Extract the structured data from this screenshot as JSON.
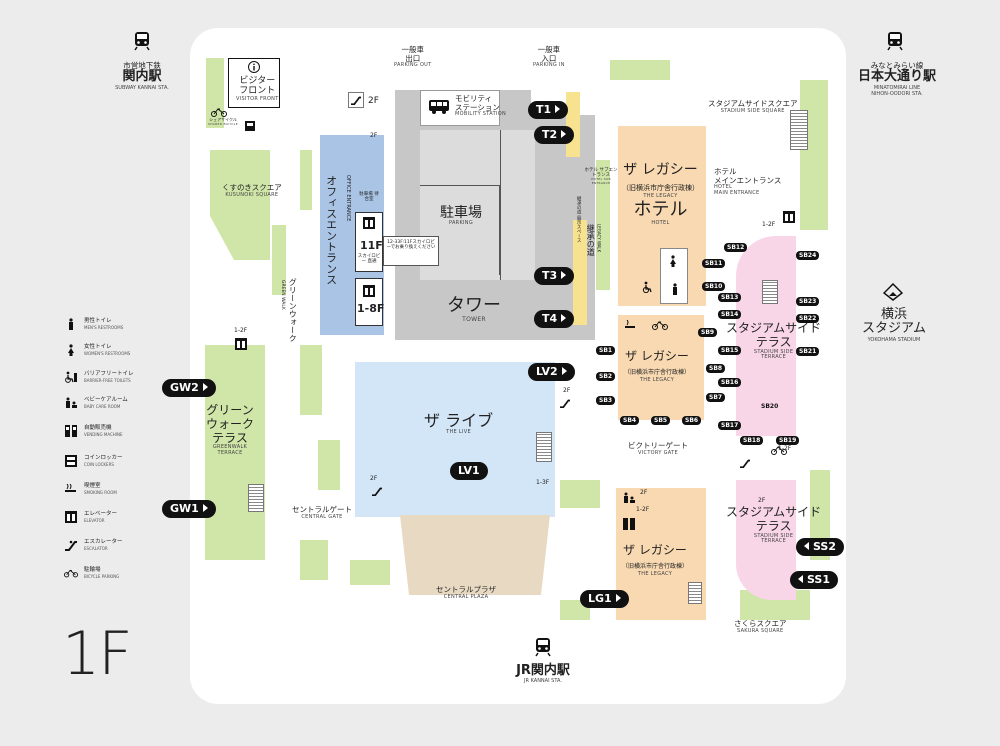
{
  "floor": "1F",
  "stations": {
    "subway": {
      "line": "市営地下鉄",
      "name": "関内駅",
      "en": "SUBWAY KANNAI STA."
    },
    "minatomirai": {
      "line": "みなとみらい線",
      "name": "日本大通り駅",
      "en1": "MINATOMIRAI LINE",
      "en2": "NIHON-OODORI STA."
    },
    "jr": {
      "name": "JR関内駅",
      "en": "JR KANNAI STA."
    },
    "stadium": {
      "name1": "横浜",
      "name2": "スタジアム",
      "en": "YOKOHAMA STADIUM"
    }
  },
  "legend": [
    {
      "icon": "mens-restroom-icon",
      "jp": "男性トイレ",
      "en": "MEN'S RESTROOMS"
    },
    {
      "icon": "womens-restroom-icon",
      "jp": "女性トイレ",
      "en": "WOMEN'S RESTROOMS"
    },
    {
      "icon": "barrier-free-toilet-icon",
      "jp": "バリアフリートイレ",
      "en": "BARRIER-FREE TOILETS"
    },
    {
      "icon": "baby-care-room-icon",
      "jp": "ベビーケアルーム",
      "en": "BABY CARE ROOM"
    },
    {
      "icon": "vending-machine-icon",
      "jp": "自動販売機",
      "en": "VENDING MACHINE"
    },
    {
      "icon": "coin-locker-icon",
      "jp": "コインロッカー",
      "en": "COIN LOCKERS"
    },
    {
      "icon": "smoking-room-icon",
      "jp": "喫煙室",
      "en": "SMOKING ROOM"
    },
    {
      "icon": "elevator-icon",
      "jp": "エレベーター",
      "en": "ELEVATOR"
    },
    {
      "icon": "escalator-icon",
      "jp": "エスカレーター",
      "en": "ESCALATOR"
    },
    {
      "icon": "bicycle-parking-icon",
      "jp": "駐輪場",
      "en": "BICYCLE PARKING"
    }
  ],
  "labels": {
    "visitor_front": {
      "jp1": "ビジター",
      "jp2": "フロント",
      "en": "VISITOR FRONT"
    },
    "share_cycle": {
      "jp": "シェアサイクル",
      "en": "SHARED BICYCLE"
    },
    "kusunoki": {
      "jp": "くすのきスクエア",
      "en": "KUSUNOKI SQUARE"
    },
    "green_walk": {
      "jp": "グリーンウォーク",
      "en": "GREEN WALK"
    },
    "office_entrance": {
      "jp": "オフィスエントランス",
      "en": "OFFICE ENTRANCE"
    },
    "bicycle_office": "駐車場 待合室",
    "elev_11f": "11F",
    "skylobby": "スカイロビー 直通",
    "skylobby_note": "12-33F:11Fスカイロビーでお乗り換えください",
    "elev_18f": "1-8F",
    "parking_out": {
      "jp1": "一般車",
      "jp2": "出口",
      "en": "PARKING OUT"
    },
    "parking_in": {
      "jp1": "一般車",
      "jp2": "入口",
      "en": "PARKING IN"
    },
    "mobility": {
      "jp1": "モビリティ",
      "jp2": "ステーション",
      "en": "MOBILITY STATION"
    },
    "parking": {
      "jp": "駐車場",
      "en": "PARKING"
    },
    "tower": {
      "jp": "タワー",
      "en": "TOWER"
    },
    "stadium_side_square": {
      "jp": "スタジアムサイドスクエア",
      "en": "STADIUM SIDE SQUARE"
    },
    "hotel_sub": {
      "jp": "ホテル サブエントランス",
      "en": "HOTEL SUB ENTRANCE"
    },
    "hotel_main": {
      "jp1": "ホテル",
      "jp2": "メインエントランス",
      "en1": "HOTEL",
      "en2": "MAIN ENTRANCE"
    },
    "legacy_hotel": {
      "jp1": "ザ レガシー",
      "jp2": "（旧横浜市庁舎行政棟）",
      "en": "THE LEGACY",
      "jp3": "ホテル",
      "en2": "HOTEL"
    },
    "legacy_walk": {
      "jp": "継承の道",
      "en": "LEGACY WALK"
    },
    "legacy_exhibit": "継承の道 展示スペース",
    "stadium_terrace1": {
      "jp1": "スタジアムサイド",
      "jp2": "テラス",
      "en1": "STADIUM SIDE",
      "en2": "TERRACE"
    },
    "legacy2": {
      "jp1": "ザ レガシー",
      "jp2": "（旧横浜市庁舎行政棟）",
      "en": "THE LEGACY"
    },
    "victory_gate": {
      "jp": "ビクトリーゲート",
      "en": "VICTORY GATE"
    },
    "the_live": {
      "jp": "ザ ライブ",
      "en": "THE LIVE"
    },
    "greenwalk_terrace": {
      "jp1": "グリーン",
      "jp2": "ウォーク",
      "jp3": "テラス",
      "en1": "GREENWALK",
      "en2": "TERRACE"
    },
    "central_gate": {
      "jp": "セントラルゲート",
      "en": "CENTRAL GATE"
    },
    "central_plaza": {
      "jp": "セントラルプラザ",
      "en": "CENTRAL PLAZA"
    },
    "legacy3": {
      "jp1": "ザ レガシー",
      "jp2": "（旧横浜市庁舎行政棟）",
      "en": "THE LEGACY"
    },
    "stadium_terrace2": {
      "jp1": "スタジアムサイド",
      "jp2": "テラス",
      "en1": "STADIUM SIDE",
      "en2": "TERRACE"
    },
    "sakura": {
      "jp": "さくらスクエア",
      "en": "SAKURA SQUARE"
    }
  },
  "floor_tags": {
    "f2a": "2F",
    "f2b": "2F",
    "f12a": "1-2F",
    "f12b": "1-2F",
    "f12c": "1-2F",
    "f2c": "2F",
    "f2d": "2F",
    "f2e": "2F",
    "f13": "1-3F",
    "f2f": "2F",
    "f2g": "2F",
    "f2h": "2F",
    "f12d": "1-2F",
    "f2i": "2F",
    "f2j": "2F"
  },
  "entrances": {
    "T1": "T1",
    "T2": "T2",
    "T3": "T3",
    "T4": "T4",
    "LV1": "LV1",
    "LV2": "LV2",
    "GW1": "GW1",
    "GW2": "GW2",
    "LG1": "LG1",
    "SS1": "SS1",
    "SS2": "SS2"
  },
  "sb": [
    "SB1",
    "SB2",
    "SB3",
    "SB4",
    "SB5",
    "SB6",
    "SB7",
    "SB8",
    "SB9",
    "SB10",
    "SB11",
    "SB12",
    "SB13",
    "SB14",
    "SB15",
    "SB16",
    "SB17",
    "SB18",
    "SB19",
    "SB20",
    "SB21",
    "SB22",
    "SB23",
    "SB24"
  ],
  "colors": {
    "green": "#cfe6a8",
    "tower": "#c7c7c7",
    "office": "#aac4e6",
    "live": "#d3e6f8",
    "legacy": "#f8d9b2",
    "terrace": "#f8d6e8",
    "walk": "#f6e28f"
  }
}
